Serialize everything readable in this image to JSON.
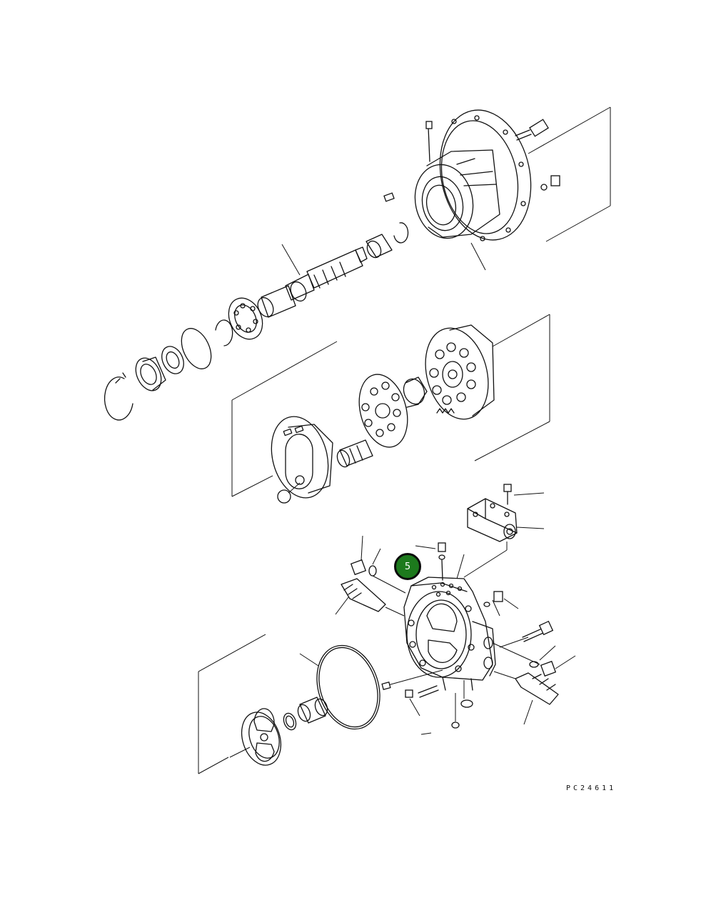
{
  "diagram": {
    "title": "",
    "drawing_code": "PC24611",
    "callouts": [
      {
        "id": "callout-5",
        "label": "5",
        "color": "#1d7a1d"
      }
    ]
  }
}
